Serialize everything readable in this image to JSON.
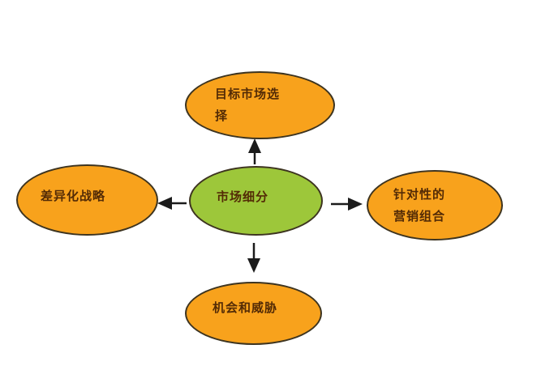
{
  "diagram": {
    "center_node": {
      "label": "市场细分"
    },
    "nodes": {
      "top": {
        "label": "目标市场选择"
      },
      "left": {
        "label": "差异化战略"
      },
      "right": {
        "label": "针对性的营销组合"
      },
      "bottom": {
        "label": "机会和威胁"
      }
    },
    "edges": [
      {
        "from": "市场细分",
        "to": "目标市场选择",
        "direction": "up"
      },
      {
        "from": "市场细分",
        "to": "差异化战略",
        "direction": "left"
      },
      {
        "from": "市场细分",
        "to": "针对性的营销组合",
        "direction": "right"
      },
      {
        "from": "市场细分",
        "to": "机会和威胁",
        "direction": "down"
      }
    ],
    "colors": {
      "background": "#ffffff",
      "center_fill": "#9dc73a",
      "satellite_fill": "#f8a21c",
      "outline": "#3d3420",
      "text": "#532b06",
      "arrow": "#1b1b1b"
    }
  }
}
